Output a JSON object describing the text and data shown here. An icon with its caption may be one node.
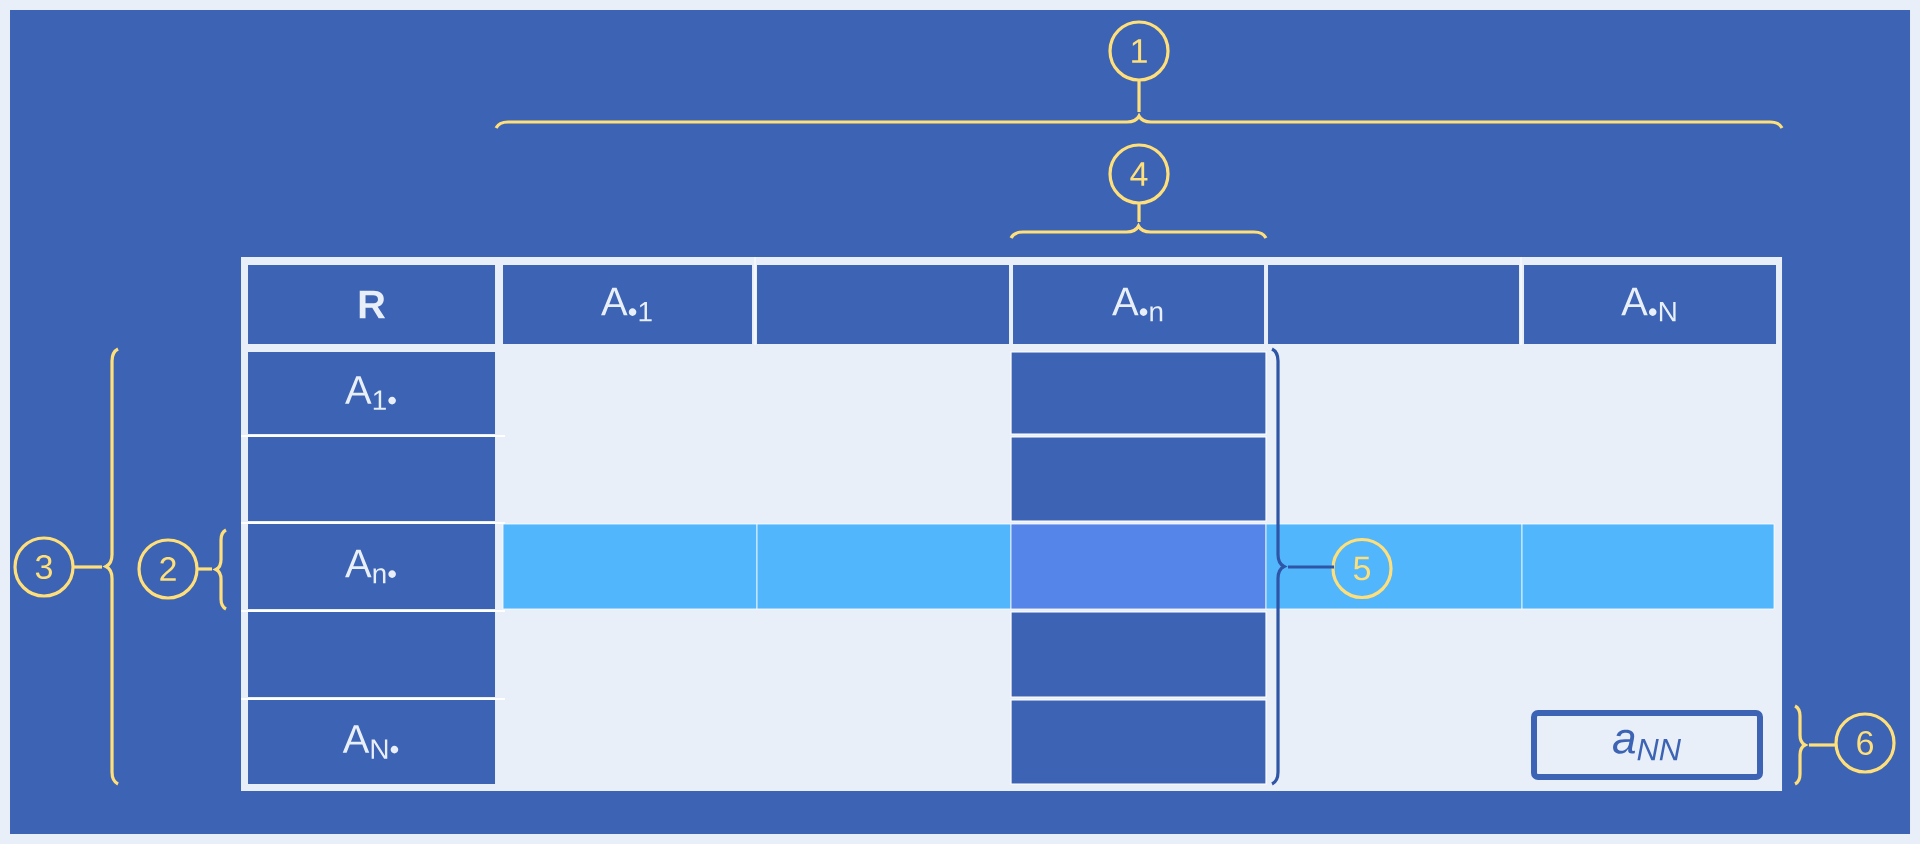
{
  "diagram": {
    "nodes": [
      {
        "text": [
          "1"
        ]
      },
      {
        "text": [
          "4"
        ]
      },
      {
        "text": [
          "R"
        ]
      },
      {
        "text": [
          "A$_{•1}$"
        ]
      },
      {
        "text": [],
        "shape": "box"
      },
      {
        "text": [
          "A$_{•n}$"
        ]
      },
      {
        "text": [],
        "shape": "box"
      },
      {
        "text": [
          "A$_{•N}$"
        ]
      },
      {
        "text": [
          "A$_{1•}$"
        ]
      },
      {
        "text": [],
        "shape": "box"
      },
      {
        "text": [],
        "shape": "box"
      },
      {
        "text": [],
        "shape": "box"
      },
      {
        "text": [
          "3"
        ]
      },
      {
        "text": [
          "2"
        ]
      },
      {
        "text": [
          "A$_{n•}$"
        ]
      },
      {
        "text": [],
        "shape": "box"
      },
      {
        "text": [],
        "shape": "box"
      },
      {
        "text": [],
        "shape": "box"
      },
      {
        "text": [],
        "shape": "box"
      },
      {
        "text": [],
        "shape": "box"
      },
      {
        "text": [
          "5"
        ],
        "in": 18
      },
      {
        "text": [],
        "shape": "box"
      },
      {
        "text": [],
        "shape": "box"
      },
      {
        "text": [
          "A$_{N•}$"
        ]
      },
      {
        "text": [],
        "shape": "box"
      },
      {
        "text": [
          "a$_{NN}$"
        ]
      },
      {
        "text": [
          "6"
        ]
      }
    ]
  }
}
